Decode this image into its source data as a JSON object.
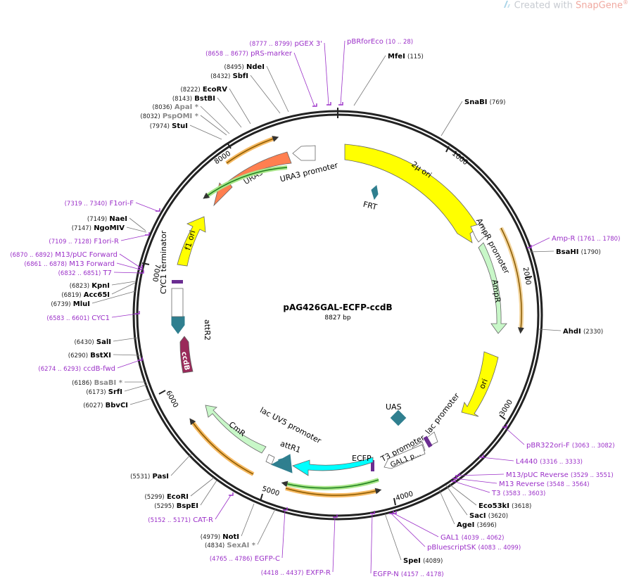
{
  "watermark": {
    "prefix": "Created with ",
    "brand": "SnapGene",
    "mark": "®"
  },
  "plasmid": {
    "name": "pAG426GAL-ECFP-ccdB",
    "length_label": "8827 bp",
    "length": 8827
  },
  "colors": {
    "enzyme": "#000000",
    "primer": "#9b30c8",
    "disabled": "#888888",
    "yellow": "#ffff00",
    "ampr": "#c8f7c8",
    "orange_feature": "#ff7f50",
    "cyan": "#00ffff",
    "teal": "#2f7f8f",
    "ccdb": "#9a2a5a",
    "orange_arrow": "#f5a623",
    "green_arrow": "#1e9e1e"
  },
  "ticks": [
    {
      "label": "1000"
    },
    {
      "label": "2000"
    },
    {
      "label": "3000"
    },
    {
      "label": "4000"
    },
    {
      "label": "5000"
    },
    {
      "label": "6000"
    },
    {
      "label": "7000"
    },
    {
      "label": "8000"
    }
  ],
  "features": [
    {
      "label": "2µ ori",
      "type": "yellow"
    },
    {
      "label": "AmpR promoter",
      "type": "white"
    },
    {
      "label": "AmpR",
      "type": "ampr"
    },
    {
      "label": "ori",
      "type": "yellow"
    },
    {
      "label": "lac promoter",
      "type": "white"
    },
    {
      "label": "T3 promoter",
      "type": "white"
    },
    {
      "label": "GAL1 p...",
      "type": "white"
    },
    {
      "label": "ECFP",
      "type": "cyan"
    },
    {
      "label": "attR1",
      "type": "teal"
    },
    {
      "label": "lac UV5 promoter",
      "type": "white"
    },
    {
      "label": "CmR",
      "type": "ampr"
    },
    {
      "label": "ccdB",
      "type": "ccdb"
    },
    {
      "label": "attR2",
      "type": "teal"
    },
    {
      "label": "CYC1 terminator",
      "type": "white"
    },
    {
      "label": "f1 ori",
      "type": "yellow"
    },
    {
      "label": "URA3",
      "type": "orange"
    },
    {
      "label": "URA3 promoter",
      "type": "white"
    },
    {
      "label": "FRT",
      "type": "teal"
    },
    {
      "label": "UAS",
      "type": "teal"
    }
  ],
  "sites": [
    {
      "name": "MfeI",
      "pos": "(115)",
      "kind": "enzyme"
    },
    {
      "name": "SnaBI",
      "pos": "(769)",
      "kind": "enzyme"
    },
    {
      "name": "Amp-R",
      "pos": "(1761 .. 1780)",
      "kind": "primer"
    },
    {
      "name": "BsaHI",
      "pos": "(1790)",
      "kind": "enzyme"
    },
    {
      "name": "AhdI",
      "pos": "(2330)",
      "kind": "enzyme"
    },
    {
      "name": "pBR322ori-F",
      "pos": "(3063 .. 3082)",
      "kind": "primer"
    },
    {
      "name": "L4440",
      "pos": "(3316 .. 3333)",
      "kind": "primer"
    },
    {
      "name": "M13/pUC Reverse",
      "pos": "(3529 .. 3551)",
      "kind": "primer"
    },
    {
      "name": "M13 Reverse",
      "pos": "(3548 .. 3564)",
      "kind": "primer"
    },
    {
      "name": "T3",
      "pos": "(3583 .. 3603)",
      "kind": "primer"
    },
    {
      "name": "Eco53kI",
      "pos": "(3618)",
      "kind": "enzyme"
    },
    {
      "name": "SacI",
      "pos": "(3620)",
      "kind": "enzyme"
    },
    {
      "name": "AgeI",
      "pos": "(3696)",
      "kind": "enzyme"
    },
    {
      "name": "GAL1",
      "pos": "(4039 .. 4062)",
      "kind": "primer"
    },
    {
      "name": "pBluescriptSK",
      "pos": "(4083 .. 4099)",
      "kind": "primer"
    },
    {
      "name": "SpeI",
      "pos": "(4089)",
      "kind": "enzyme"
    },
    {
      "name": "EGFP-N",
      "pos": "(4157 .. 4178)",
      "kind": "primer"
    },
    {
      "name": "EXFP-R",
      "pos": "(4418 .. 4437)",
      "kind": "primer"
    },
    {
      "name": "EGFP-C",
      "pos": "(4765 .. 4786)",
      "kind": "primer"
    },
    {
      "name": "SexAI *",
      "pos": "(4834)",
      "kind": "disabled"
    },
    {
      "name": "NotI",
      "pos": "(4979)",
      "kind": "enzyme"
    },
    {
      "name": "CAT-R",
      "pos": "(5152 .. 5171)",
      "kind": "primer"
    },
    {
      "name": "BspEI",
      "pos": "(5295)",
      "kind": "enzyme"
    },
    {
      "name": "EcoRI",
      "pos": "(5299)",
      "kind": "enzyme"
    },
    {
      "name": "PasI",
      "pos": "(5531)",
      "kind": "enzyme"
    },
    {
      "name": "BbvCI",
      "pos": "(6027)",
      "kind": "enzyme"
    },
    {
      "name": "SrfI",
      "pos": "(6173)",
      "kind": "enzyme"
    },
    {
      "name": "BsaBI *",
      "pos": "(6186)",
      "kind": "disabled"
    },
    {
      "name": "ccdB-fwd",
      "pos": "(6274 .. 6293)",
      "kind": "primer"
    },
    {
      "name": "BstXI",
      "pos": "(6290)",
      "kind": "enzyme"
    },
    {
      "name": "SalI",
      "pos": "(6430)",
      "kind": "enzyme"
    },
    {
      "name": "CYC1",
      "pos": "(6583 .. 6601)",
      "kind": "primer"
    },
    {
      "name": "MluI",
      "pos": "(6739)",
      "kind": "enzyme"
    },
    {
      "name": "Acc65I",
      "pos": "(6819)",
      "kind": "enzyme"
    },
    {
      "name": "KpnI",
      "pos": "(6823)",
      "kind": "enzyme"
    },
    {
      "name": "T7",
      "pos": "(6832 .. 6851)",
      "kind": "primer"
    },
    {
      "name": "M13 Forward",
      "pos": "(6861 .. 6878)",
      "kind": "primer"
    },
    {
      "name": "M13/pUC Forward",
      "pos": "(6870 .. 6892)",
      "kind": "primer"
    },
    {
      "name": "F1ori-R",
      "pos": "(7109 .. 7128)",
      "kind": "primer"
    },
    {
      "name": "NgoMIV",
      "pos": "(7147)",
      "kind": "enzyme"
    },
    {
      "name": "NaeI",
      "pos": "(7149)",
      "kind": "enzyme"
    },
    {
      "name": "F1ori-F",
      "pos": "(7319 .. 7340)",
      "kind": "primer"
    },
    {
      "name": "StuI",
      "pos": "(7974)",
      "kind": "enzyme"
    },
    {
      "name": "PspOMI *",
      "pos": "(8032)",
      "kind": "disabled"
    },
    {
      "name": "ApaI *",
      "pos": "(8036)",
      "kind": "disabled"
    },
    {
      "name": "BstBI",
      "pos": "(8143)",
      "kind": "enzyme"
    },
    {
      "name": "EcoRV",
      "pos": "(8222)",
      "kind": "enzyme"
    },
    {
      "name": "SbfI",
      "pos": "(8432)",
      "kind": "enzyme"
    },
    {
      "name": "NdeI",
      "pos": "(8495)",
      "kind": "enzyme"
    },
    {
      "name": "pRS-marker",
      "pos": "(8658 .. 8677)",
      "kind": "primer"
    },
    {
      "name": "pGEX 3'",
      "pos": "(8777 .. 8799)",
      "kind": "primer"
    },
    {
      "name": "pBRforEco",
      "pos": "(10 .. 28)",
      "kind": "primer"
    }
  ]
}
